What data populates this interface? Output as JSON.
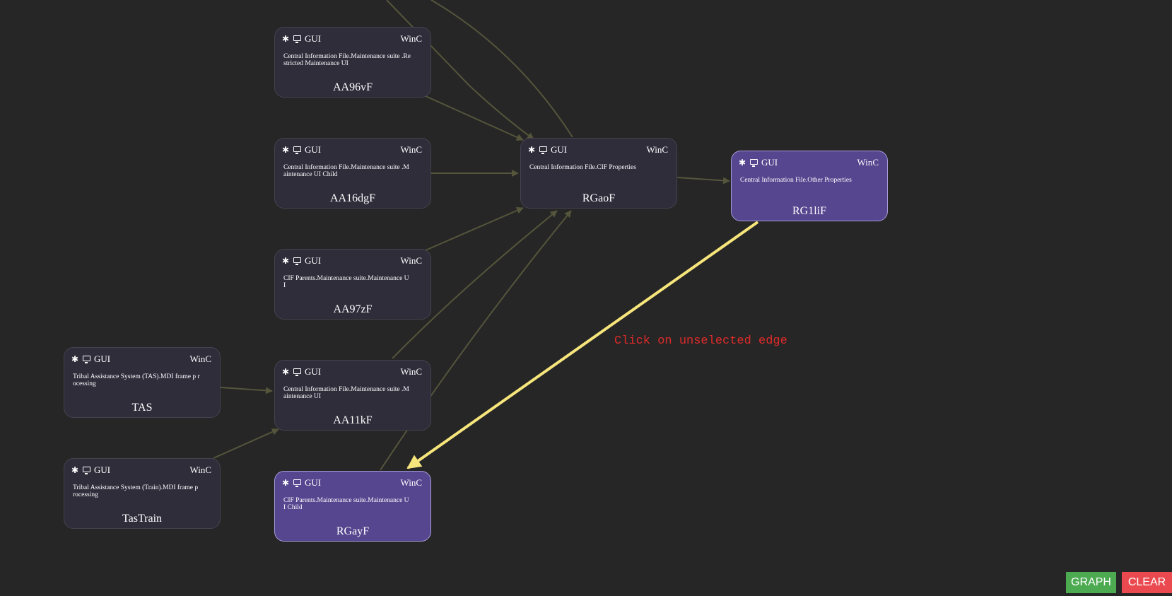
{
  "nodes": {
    "aa96vf": {
      "kind": "GUI",
      "env": "WinC",
      "desc": "Central Information File.Maintenance suite .Restricted Maintenance UI",
      "id": "AA96vF"
    },
    "aa16dgf": {
      "kind": "GUI",
      "env": "WinC",
      "desc": "Central Information File.Maintenance suite .Maintenance UI Child",
      "id": "AA16dgF"
    },
    "aa97zf": {
      "kind": "GUI",
      "env": "WinC",
      "desc": "CIF Parents.Maintenance suite.Maintenance UI",
      "id": "AA97zF"
    },
    "aa11kf": {
      "kind": "GUI",
      "env": "WinC",
      "desc": "Central Information File.Maintenance suite .Maintenance UI",
      "id": "AA11kF"
    },
    "rgayf": {
      "kind": "GUI",
      "env": "WinC",
      "desc": "CIF Parents.Maintenance suite.Maintenance UI Child",
      "id": "RGayF"
    },
    "rgaof": {
      "kind": "GUI",
      "env": "WinC",
      "desc": "Central Information File.CIF Properties",
      "id": "RGaoF"
    },
    "rg1lif": {
      "kind": "GUI",
      "env": "WinC",
      "desc": "Central Information File.Other Properties",
      "id": "RG1liF"
    },
    "tas": {
      "kind": "GUI",
      "env": "WinC",
      "desc": "Tribal Assistance System (TAS).MDI frame p rocessing",
      "id": "TAS"
    },
    "tastrain": {
      "kind": "GUI",
      "env": "WinC",
      "desc": "Tribal Assistance System (Train).MDI frame processing",
      "id": "TasTrain"
    }
  },
  "status_message": "Click on unselected edge",
  "buttons": {
    "graph": "GRAPH",
    "clear": "CLEAR"
  },
  "colors": {
    "background": "#262626",
    "node": "#302d3b",
    "node_selected": "#56468f",
    "edge": "#55553c",
    "edge_selected": "#f7e67c",
    "message": "#e02a2a",
    "graph_button": "#4caa51",
    "clear_button": "#ea4a4f"
  },
  "icons": [
    "gear-icon",
    "monitor-icon"
  ]
}
